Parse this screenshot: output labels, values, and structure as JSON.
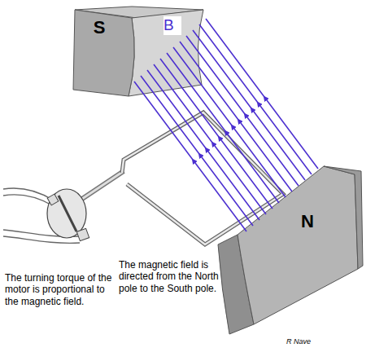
{
  "diagram": {
    "nodes": [
      {
        "text": [
          "S"
        ]
      },
      {
        "text": [
          "N"
        ]
      }
    ],
    "labels": [
      "B",
      "The turning torque of the motor is proportional to the magnetic field.",
      "The magnetic field is directed from the North pole to the South pole.",
      "R Nave"
    ]
  }
}
